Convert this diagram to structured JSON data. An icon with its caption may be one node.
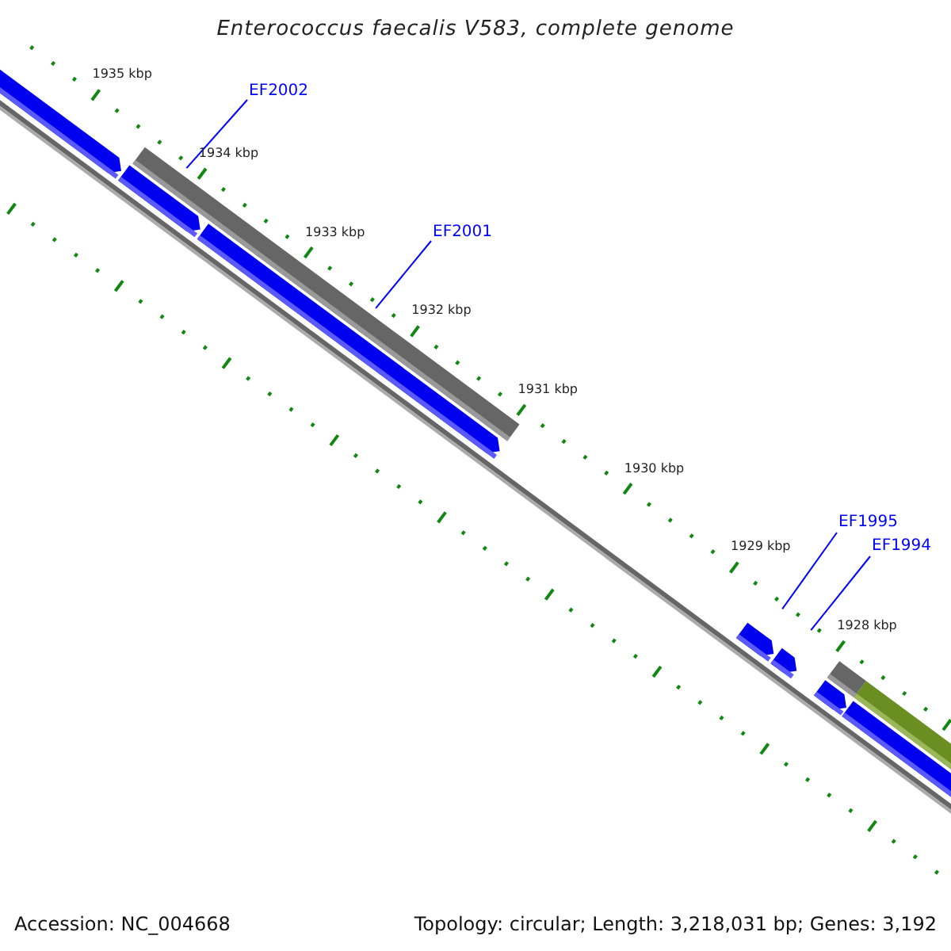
{
  "diagram": {
    "title": "Enterococcus faecalis V583, complete genome",
    "nodes": [
      {
        "text": [
          "EF2002"
        ]
      },
      {
        "text": [
          "EF2001"
        ]
      },
      {
        "text": [
          "EF1995"
        ]
      },
      {
        "text": [
          "EF1994"
        ]
      },
      {
        "text": [],
        "shape": "bar"
      },
      {
        "text": [],
        "shape": "bar"
      },
      {
        "text": [],
        "shape": "bar"
      },
      {
        "text": [],
        "shape": "bar"
      },
      {
        "text": [],
        "shape": "bar"
      },
      {
        "text": [],
        "shape": "bar"
      },
      {
        "text": [],
        "shape": "bar"
      },
      {
        "text": [],
        "shape": "bar"
      },
      {
        "text": [],
        "shape": "bar"
      },
      {
        "text": [],
        "shape": "bar"
      }
    ],
    "edges": [
      {
        "from": 0,
        "to": 6,
        "arrow": "none"
      },
      {
        "from": 1,
        "to": 7,
        "arrow": "none"
      },
      {
        "from": 2,
        "to": 8,
        "arrow": "none"
      },
      {
        "from": 3,
        "to": 9,
        "arrow": "none"
      }
    ],
    "labels": [
      "1935 kbp",
      "1934 kbp",
      "1933 kbp",
      "1932 kbp",
      "1931 kbp",
      "1930 kbp",
      "1929 kbp",
      "1928 kbp",
      "Accession: NC_004668",
      "Topology: circular; Length: 3,218,031 bp; Genes: 3,192"
    ]
  }
}
